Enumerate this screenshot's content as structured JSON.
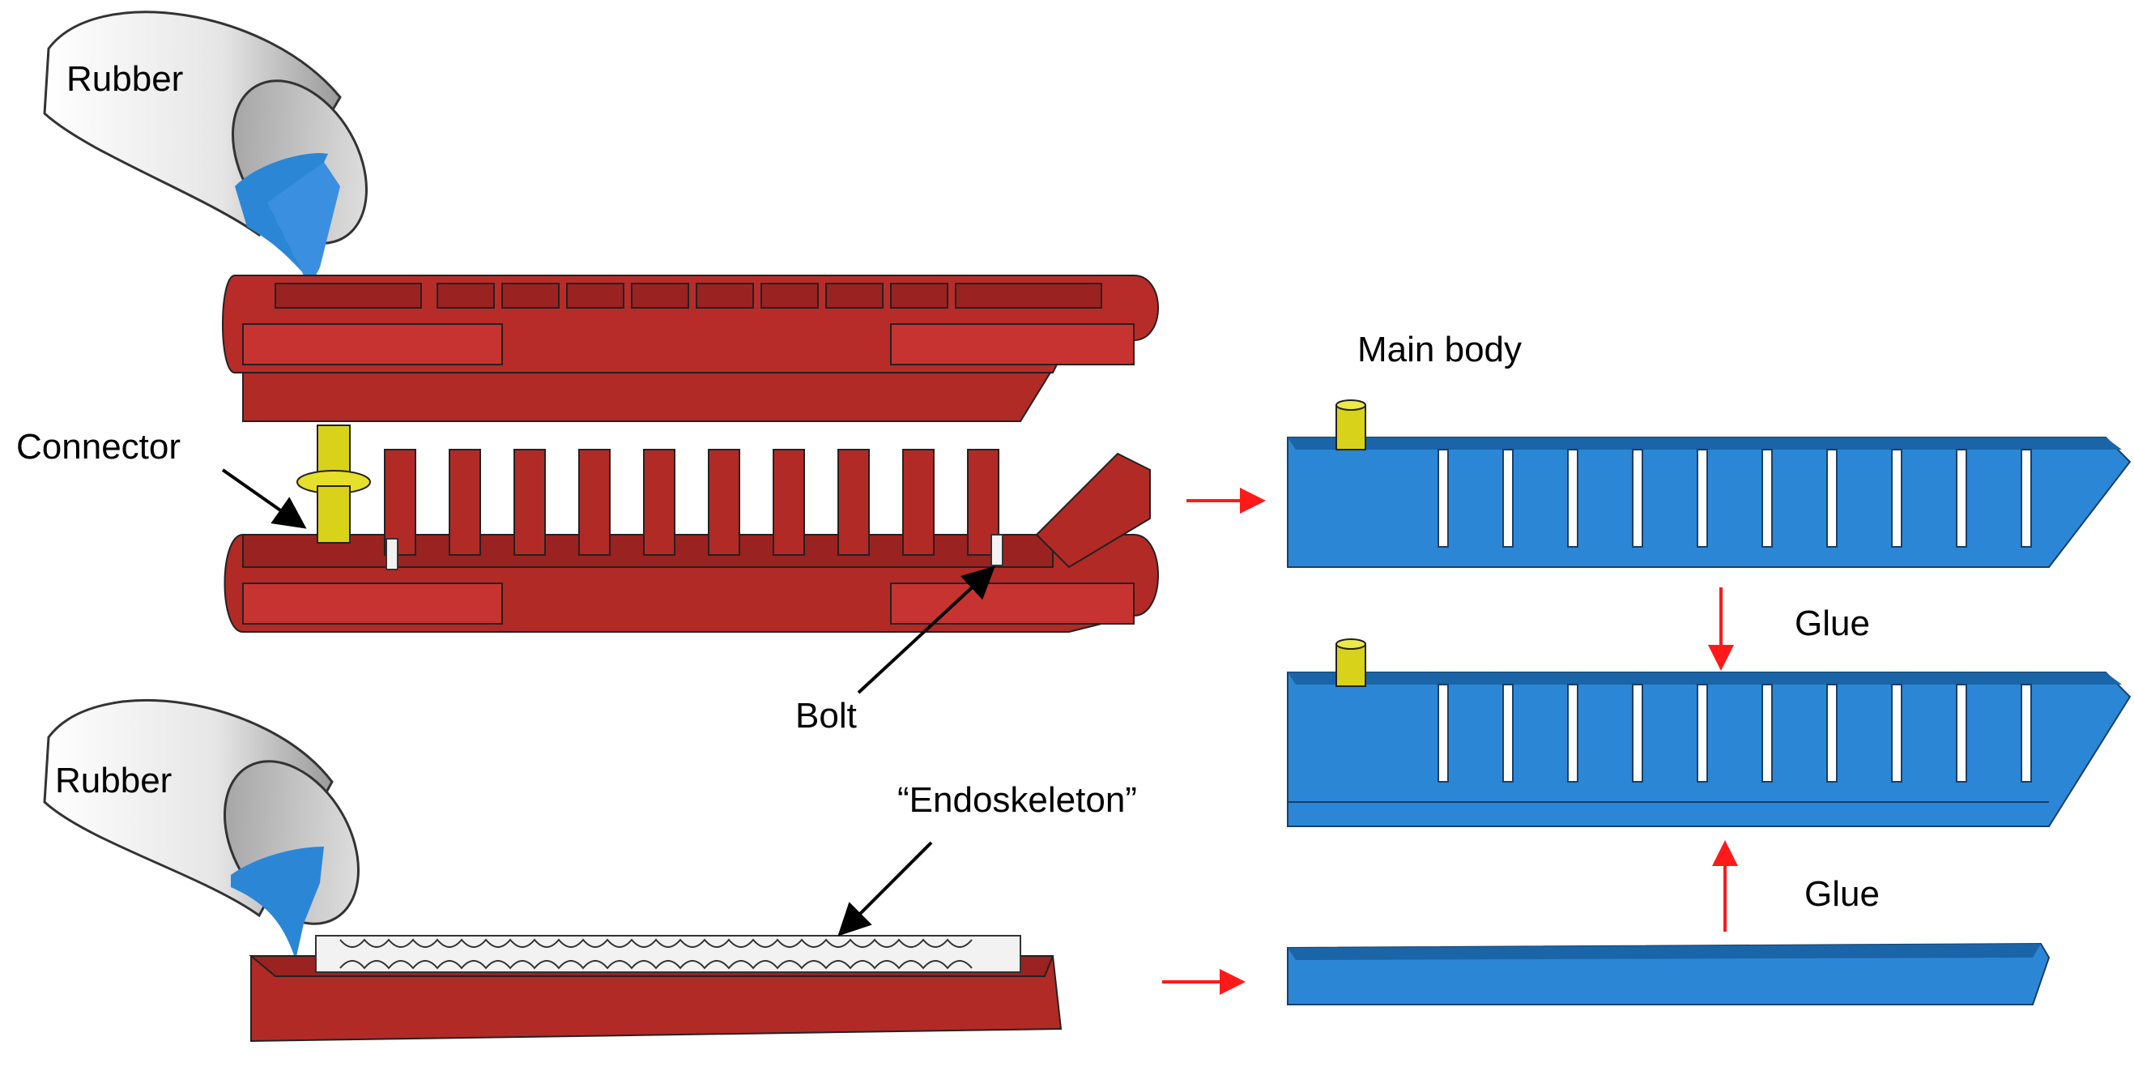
{
  "labels": {
    "rubber_top": "Rubber",
    "rubber_bottom": "Rubber",
    "connector": "Connector",
    "bolt": "Bolt",
    "endoskeleton": "“Endoskeleton”",
    "main_body": "Main body",
    "glue_top": "Glue",
    "glue_bottom": "Glue"
  },
  "colors": {
    "mold_red": "#b22a26",
    "mold_red_dark": "#8e1f1c",
    "rubber_blue": "#2b87d6",
    "rubber_blue_dark": "#1a64a8",
    "connector_yellow": "#d9d21a",
    "arrow_red": "#ff1a1a",
    "cup_grey": "#e8e8e8"
  },
  "icons": {
    "cup": "pouring-cup-icon",
    "arrow": "arrow-icon"
  }
}
